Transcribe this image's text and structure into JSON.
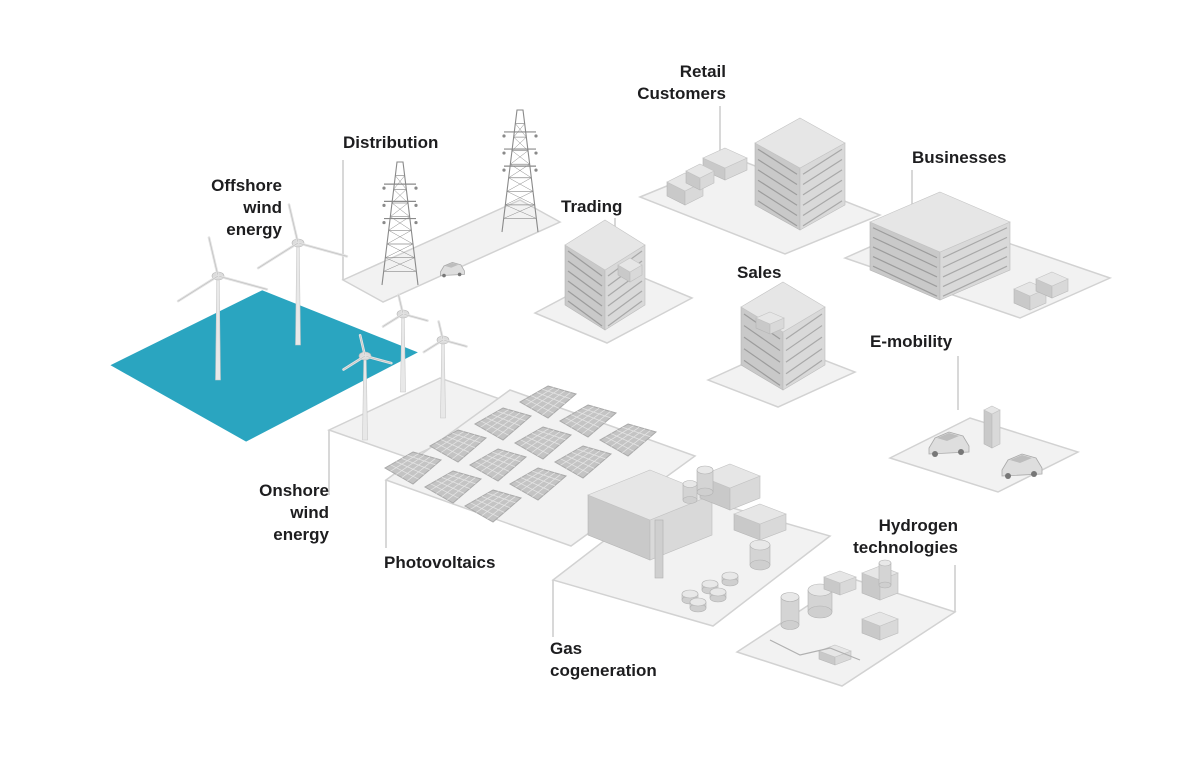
{
  "colors": {
    "water": "#2aa5c0",
    "water_edge": "#ffffff",
    "tile": "#f2f2f2",
    "tile_edge": "#d2d2d2",
    "leader": "#cfcfcf",
    "building_top": "#e6e6e6",
    "building_left": "#c9c9c9",
    "building_right": "#d9d9d9",
    "panel": "#c4c4c4",
    "label": "#1d1d1f"
  },
  "labels": {
    "offshore": [
      "Offshore",
      "wind",
      "energy"
    ],
    "distribution": [
      "Distribution"
    ],
    "retail": [
      "Retail",
      "Customers"
    ],
    "businesses": [
      "Businesses"
    ],
    "trading": [
      "Trading"
    ],
    "sales": [
      "Sales"
    ],
    "emobility": [
      "E-mobility"
    ],
    "onshore": [
      "Onshore",
      "wind",
      "energy"
    ],
    "photovoltaics": [
      "Photovoltaics"
    ],
    "gas": [
      "Gas",
      "cogeneration"
    ],
    "hydrogen": [
      "Hydrogen",
      "technologies"
    ]
  },
  "icons": {
    "wind_turbine": "wind-turbine-icon",
    "pylon": "transmission-pylon-icon",
    "car": "car-icon",
    "building": "office-building-icon",
    "solar_panel": "solar-panel-icon",
    "charger": "charging-station-icon",
    "tank": "storage-tank-icon"
  }
}
